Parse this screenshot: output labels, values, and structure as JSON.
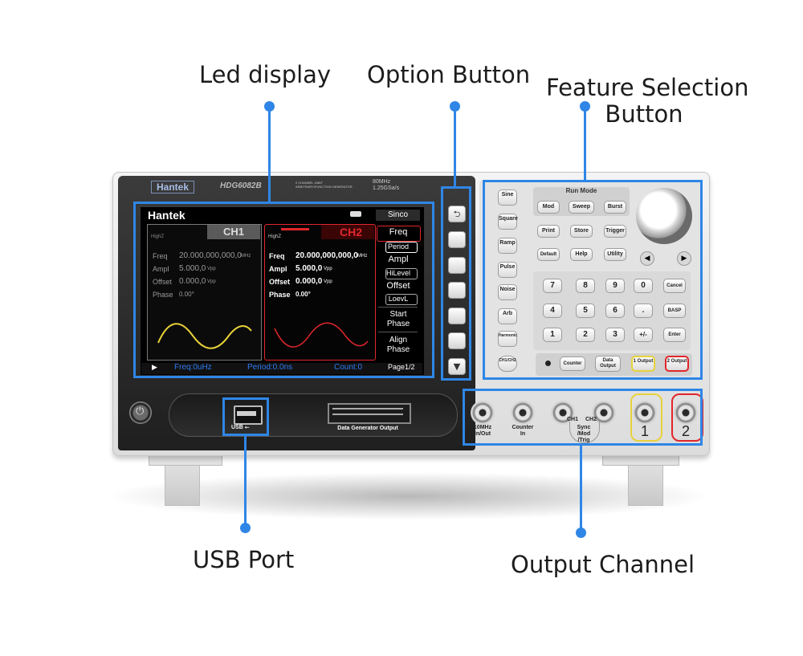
{
  "callouts": {
    "led_display": "Led display",
    "option_button": "Option Button",
    "feature_line1": "Feature Selection",
    "feature_line2": "Button",
    "usb_port": "USB Port",
    "output_channel": "Output Channel"
  },
  "device": {
    "brand": "Hantek",
    "model": "HDG6082B",
    "desc_line1": "2 CHANNEL 16BIT",
    "desc_line2": "ARBITRARY/FUNCTION GENERATOR",
    "spec_line1": "80MHz",
    "spec_line2": "1.25GSa/s",
    "usb_label": "USB",
    "data_gen_label": "Data Generator Output"
  },
  "screen": {
    "brand": "Hantek",
    "wave_name": "Sinco",
    "ch1": {
      "title": "CH1",
      "mode": "HighZ",
      "freq_label": "Freq",
      "freq_value": "20.000,000,000,0",
      "freq_unit": "MHz",
      "ampl_label": "Ampl",
      "ampl_value": "5.000,0",
      "ampl_unit": "Vpp",
      "offset_label": "Offset",
      "offset_value": "0.000,0",
      "offset_unit": "Vpp",
      "phase_label": "Phase",
      "phase_value": "0.00°"
    },
    "ch2": {
      "title": "CH2",
      "mode": "HighZ",
      "freq_label": "Freq",
      "freq_value": "20.000,000,000,0",
      "freq_unit": "MHz",
      "ampl_label": "Ampl",
      "ampl_value": "5.000,0",
      "ampl_unit": "Vpp",
      "offset_label": "Offset",
      "offset_value": "0.000,0",
      "offset_unit": "Vpp",
      "phase_label": "Phase",
      "phase_value": "0.00°"
    },
    "menu": {
      "freq": "Freq",
      "period": "Period",
      "ampl": "Ampl",
      "hilevel": "HiLevel",
      "offset": "Offset",
      "lolevel": "LoevL",
      "start1": "Start",
      "start2": "Phase",
      "align1": "Align",
      "align2": "Phase"
    },
    "status": {
      "freq": "Freq:0uHz",
      "period": "Period:0.0ns",
      "count": "Count:0",
      "page": "Page1/2"
    }
  },
  "panel": {
    "waves": [
      "Sine",
      "Square",
      "Ramp",
      "Pulse",
      "Noise",
      "Arb",
      "Harmonic",
      "CH1/CH2"
    ],
    "run_mode_title": "Run Mode",
    "run_mode": [
      "Mod",
      "Sweep",
      "Burst"
    ],
    "utility_row1": [
      "Print",
      "Store",
      "Trigger"
    ],
    "utility_row2": [
      "Default",
      "Help",
      "Utility"
    ],
    "keypad": [
      "7",
      "8",
      "9",
      "0",
      "Cancel",
      "4",
      "5",
      "6",
      ".",
      "BASP",
      "1",
      "2",
      "3",
      "+/-",
      "Enter"
    ],
    "bottom_keys": [
      "Counter",
      "Data Output",
      "1 Output",
      "2 Output"
    ],
    "soft_key_return": "⮌",
    "soft_key_down": "▼"
  },
  "connectors": {
    "c1_line1": "10MHz",
    "c1_line2": "In/Out",
    "c2_line1": "Counter",
    "c2_line2": "In",
    "ch1": "CH1",
    "ch2": "CH2",
    "sync1": "Sync",
    "sync2": "/Mod",
    "sync3": "/Trig",
    "out1": "1",
    "out2": "2"
  },
  "colors": {
    "callout_blue": "#2f86e6",
    "ch1_yellow": "#e8d23a",
    "ch2_red": "#e2262b",
    "screen_blue": "#2e7cf2"
  }
}
